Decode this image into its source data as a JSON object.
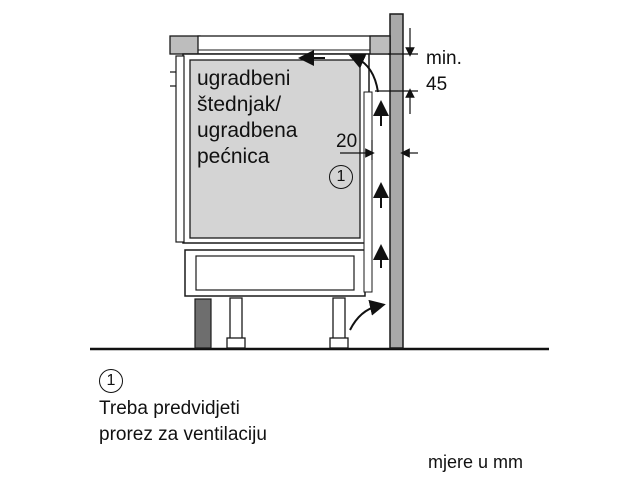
{
  "appliance": {
    "line1": "ugradbeni",
    "line2": "štednjak/",
    "line3": "ugradbena",
    "line4": "pećnica",
    "marker": "1"
  },
  "dimensions": {
    "top_gap_label_1": "min.",
    "top_gap_label_2": "45",
    "side_gap_label": "20"
  },
  "legend": {
    "marker": "1",
    "line1": "Treba predvidjeti",
    "line2": "prorez za ventilaciju"
  },
  "units_note": "mjere u mm",
  "colors": {
    "appliance_fill": "#d4d4d4",
    "panel_fill": "#a9a9a9",
    "worktop_fill": "#bdbdbd",
    "plinth_fill": "#6e6e6e",
    "line": "#1a1a1a"
  }
}
